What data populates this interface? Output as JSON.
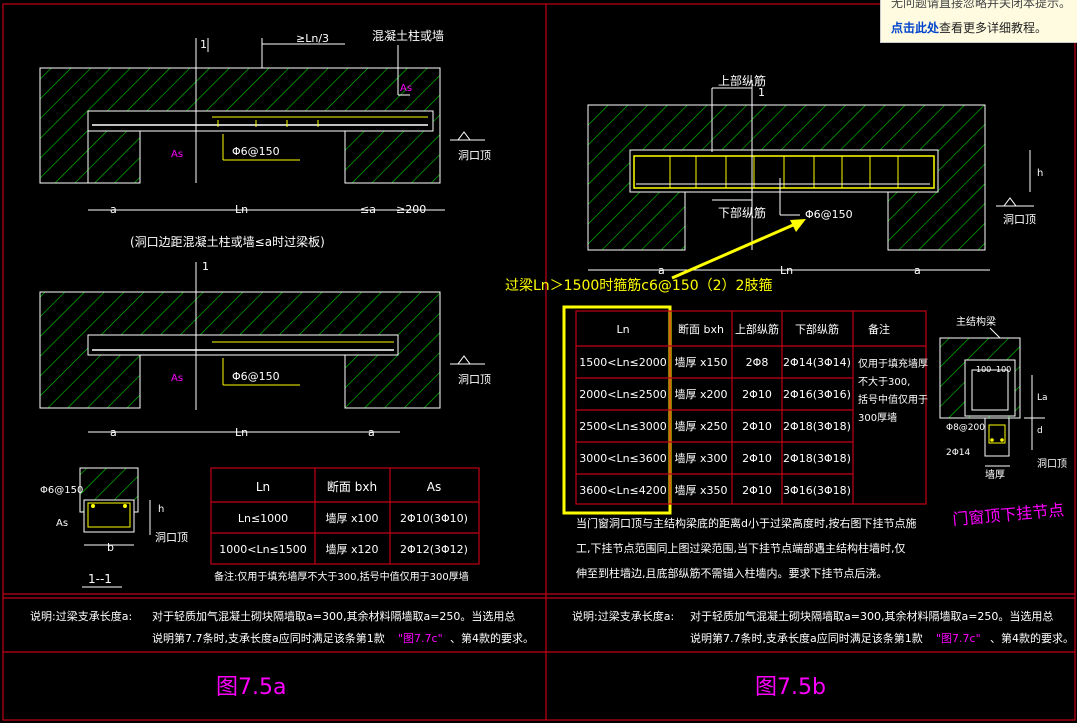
{
  "tooltip": {
    "line1": "无问题请直接忽略并关闭本提示。",
    "link": "点击此处",
    "line2_rest": "查看更多详细教程。"
  },
  "left": {
    "top_detail": {
      "dim_ln3": "≥Ln/3",
      "wall_label": "混凝土柱或墙",
      "as_right": "As",
      "as_left": "As",
      "stirrup": "Φ6@150",
      "opening_top": "洞口顶",
      "dim_a": "a",
      "dim_ln": "Ln",
      "dim_lea": "≤a",
      "dim_200": "≥200",
      "num1": "1",
      "caption": "(洞口边距混凝土柱或墙≤a时过梁板)"
    },
    "mid_detail": {
      "as_label": "As",
      "stirrup": "Φ6@150",
      "opening_top": "洞口顶",
      "dim_a1": "a",
      "dim_ln": "Ln",
      "dim_a2": "a",
      "num1": "1"
    },
    "section": {
      "stirrup": "Φ6@150",
      "as_label": "As",
      "h": "h",
      "b": "b",
      "opening_top": "洞口顶",
      "title": "1--1"
    },
    "table": {
      "headers": [
        "Ln",
        "断面 bxh",
        "As"
      ],
      "rows": [
        [
          "Ln≤1000",
          "墙厚 x100",
          "2Φ10(3Φ10)"
        ],
        [
          "1000<Ln≤1500",
          "墙厚 x120",
          "2Φ12(3Φ12)"
        ]
      ],
      "note": "备注:仅用于填充墙厚不大于300,括号中值仅用于300厚墙"
    },
    "explain": {
      "line1_a": "说明:过梁支承长度a:",
      "line1_b": "对于轻质加气混凝土砌块隔墙取a=300,其余材料隔墙取a=250。当选用总",
      "line2_a": "说明第7.7条时,支承长度a应同时满足该条第1款",
      "line2_ref": "\"图7.7c\"",
      "line2_b": "、第4款的要求。"
    },
    "fig_title": "图7.5a"
  },
  "right": {
    "top_detail": {
      "upper_bar": "上部纵筋",
      "lower_bar": "下部纵筋",
      "stirrup": "Φ6@150",
      "h": "h",
      "opening_top": "洞口顶",
      "dim_a1": "a",
      "dim_ln": "Ln",
      "dim_a2": "a",
      "num1": "1"
    },
    "annotation": "过梁Ln＞1500时箍筋c6@150（2）2肢箍",
    "table": {
      "headers": [
        "Ln",
        "断面 bxh",
        "上部纵筋",
        "下部纵筋",
        "备注"
      ],
      "rows": [
        [
          "1500<Ln≤2000",
          "墙厚 x150",
          "2Φ8",
          "2Φ14(3Φ14)"
        ],
        [
          "2000<Ln≤2500",
          "墙厚 x200",
          "2Φ10",
          "2Φ16(3Φ16)"
        ],
        [
          "2500<Ln≤3000",
          "墙厚 x250",
          "2Φ10",
          "2Φ18(3Φ18)"
        ],
        [
          "3000<Ln≤3600",
          "墙厚 x300",
          "2Φ10",
          "2Φ18(3Φ18)"
        ],
        [
          "3600<Ln≤4200",
          "墙厚 x350",
          "2Φ10",
          "3Φ16(3Φ18)"
        ]
      ],
      "remark": [
        "仅用于填充墙厚",
        "不大于300,",
        "括号中值仅用于",
        "300厚墙"
      ]
    },
    "node": {
      "main_label": "主结构梁",
      "d100a": "100",
      "d100b": "100",
      "stirrup": "Φ8@200",
      "bars": "2Φ14",
      "la": "La",
      "d": "d",
      "wall": "墙厚",
      "opening_top": "洞口顶",
      "title": "门窗顶下挂节点"
    },
    "para": [
      "当门窗洞口顶与主结构梁底的距离d小于过梁高度时,按右图下挂节点施",
      "工,下挂节点范围同上图过梁范围,当下挂节点端部遇主结构柱墙时,仅",
      "伸至到柱墙边,且底部纵筋不需锚入柱墙内。要求下挂节点后浇。"
    ],
    "explain": {
      "line1_a": "说明:过梁支承长度a:",
      "line1_b": "对于轻质加气混凝土砌块隔墙取a=300,其余材料隔墙取a=250。当选用总",
      "line2_a": "说明第7.7条时,支承长度a应同时满足该条第1款",
      "line2_ref": "\"图7.7c\"",
      "line2_b": "、第4款的要求。"
    },
    "fig_title": "图7.5b"
  },
  "colors": {
    "bg": "#000000",
    "hatch": "#00ff00",
    "line": "#ffffff",
    "frame": "#c00018",
    "magenta": "#ff00ff",
    "yellow": "#ffff00"
  }
}
